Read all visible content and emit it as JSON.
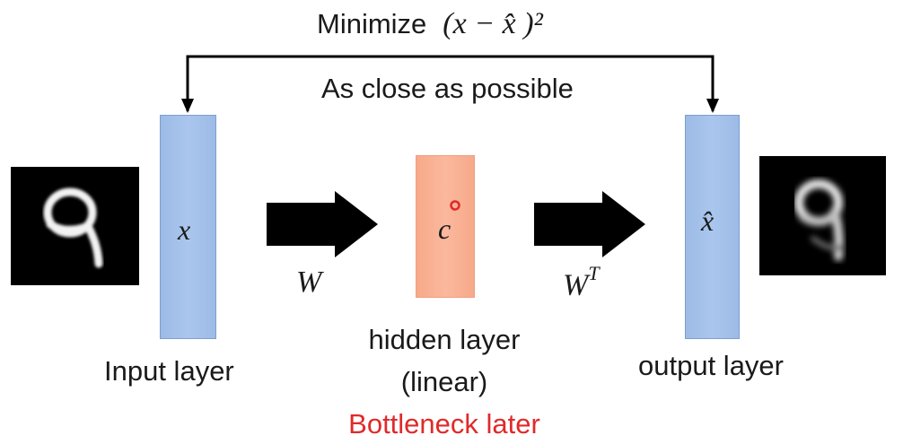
{
  "title": {
    "prefix": "Minimize",
    "expression": "(x − x̂ )²"
  },
  "feedback_label": "As close as possible",
  "input": {
    "symbol": "x",
    "label": "Input layer",
    "digit_image": "handwritten-9-original"
  },
  "encoder": {
    "weight": "W"
  },
  "hidden": {
    "symbol": "c",
    "label_line1": "hidden layer",
    "label_line2": "(linear)",
    "note": "Bottleneck later",
    "note_color": "#e02a2a",
    "fill_color": "#f9b194"
  },
  "decoder": {
    "weight": "W",
    "weight_sup": "T"
  },
  "output": {
    "symbol": "x̂",
    "label": "output layer",
    "digit_image": "handwritten-9-reconstructed"
  },
  "colors": {
    "layer_bar": "#a3c0ea",
    "arrow": "#000000"
  }
}
